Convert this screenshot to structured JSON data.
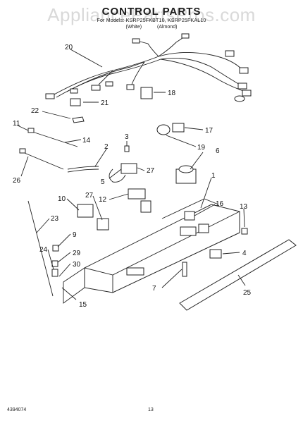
{
  "header": {
    "title": "CONTROL PARTS",
    "subtitle": "For Models: KSRP25FKBT10, KSRP25FKAL10",
    "variants": [
      "(White)",
      "(Almond)"
    ]
  },
  "watermark": "AppliancePartsPros.com",
  "footer": {
    "doc_number": "4394074",
    "page_number": "13"
  },
  "callouts": [
    "20",
    "21",
    "18",
    "22",
    "11",
    "14",
    "3",
    "17",
    "19",
    "2",
    "6",
    "27",
    "5",
    "26",
    "1",
    "10",
    "27",
    "12",
    "16",
    "13",
    "23",
    "9",
    "4",
    "29",
    "24",
    "30",
    "7",
    "25",
    "15"
  ]
}
